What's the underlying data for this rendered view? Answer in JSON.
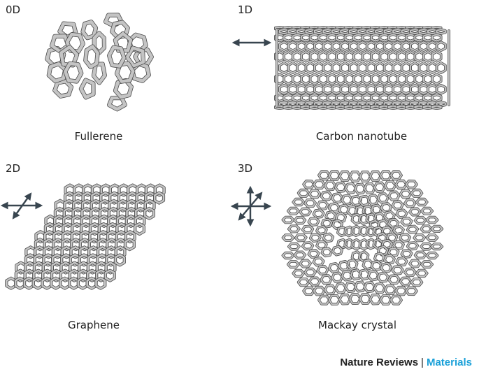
{
  "panels": [
    {
      "dimension": "0D",
      "name": "Fullerene"
    },
    {
      "dimension": "1D",
      "name": "Carbon nanotube"
    },
    {
      "dimension": "2D",
      "name": "Graphene"
    },
    {
      "dimension": "3D",
      "name": "Mackay crystal"
    }
  ],
  "footer": {
    "journal": "Nature Reviews",
    "separator": "|",
    "section": "Materials"
  },
  "colors": {
    "bond": "#c4c4c4",
    "bond_outline": "#4a4a4a",
    "arrow": "#38454f",
    "accent": "#1aa0d8"
  },
  "icons": [
    "arrow-1d-icon",
    "arrow-2d-icon",
    "arrow-3d-icon"
  ]
}
